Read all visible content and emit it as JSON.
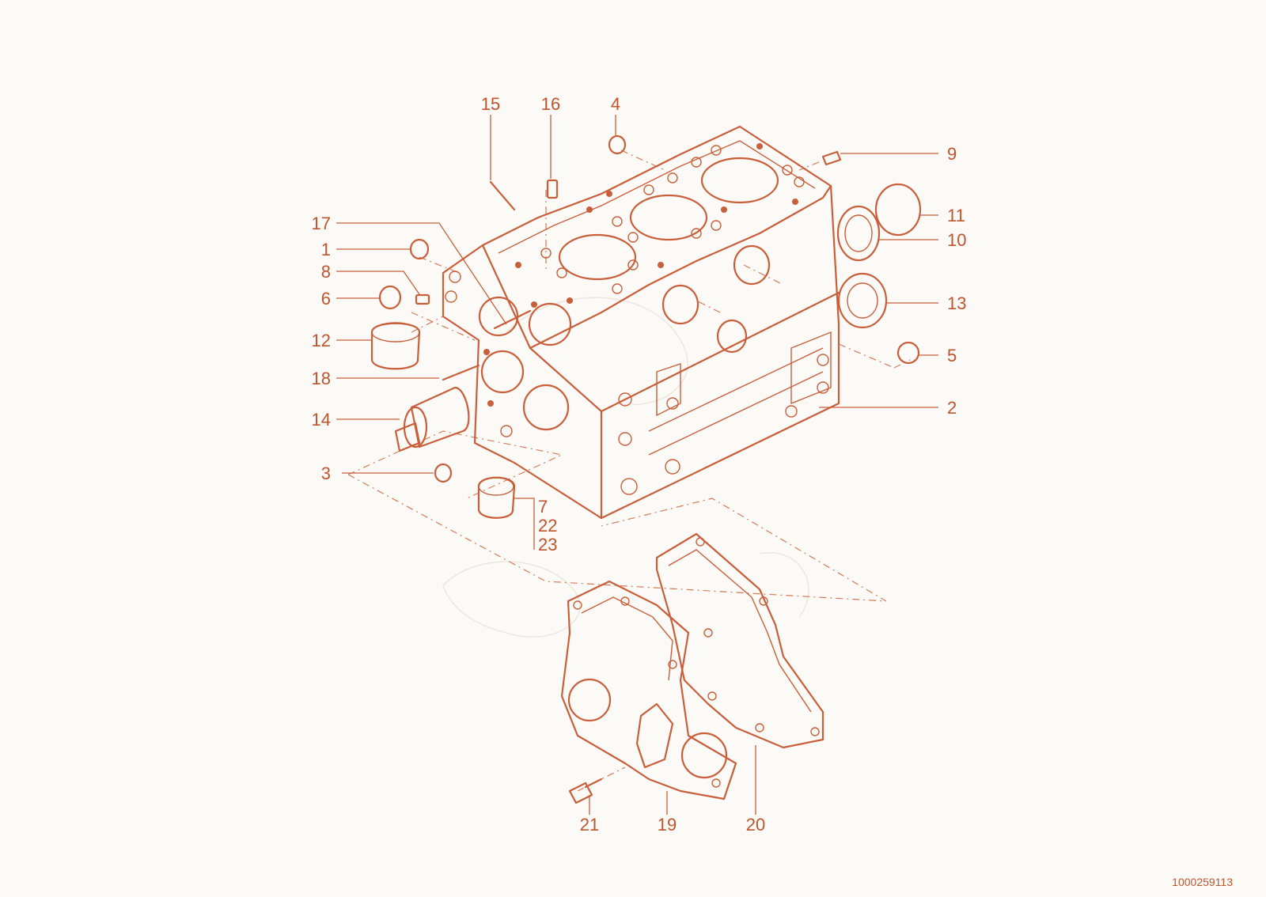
{
  "diagram": {
    "document_id": "1000259113",
    "callouts": {
      "c1": "1",
      "c2": "2",
      "c3": "3",
      "c4": "4",
      "c5": "5",
      "c6": "6",
      "c7": "7",
      "c8": "8",
      "c9": "9",
      "c10": "10",
      "c11": "11",
      "c12": "12",
      "c13": "13",
      "c14": "14",
      "c15": "15",
      "c16": "16",
      "c17": "17",
      "c18": "18",
      "c19": "19",
      "c20": "20",
      "c21": "21",
      "c22": "22",
      "c23": "23"
    },
    "colors": {
      "line": "#c95f3a",
      "text": "#c0542d",
      "background": "#fbfaf7"
    }
  }
}
